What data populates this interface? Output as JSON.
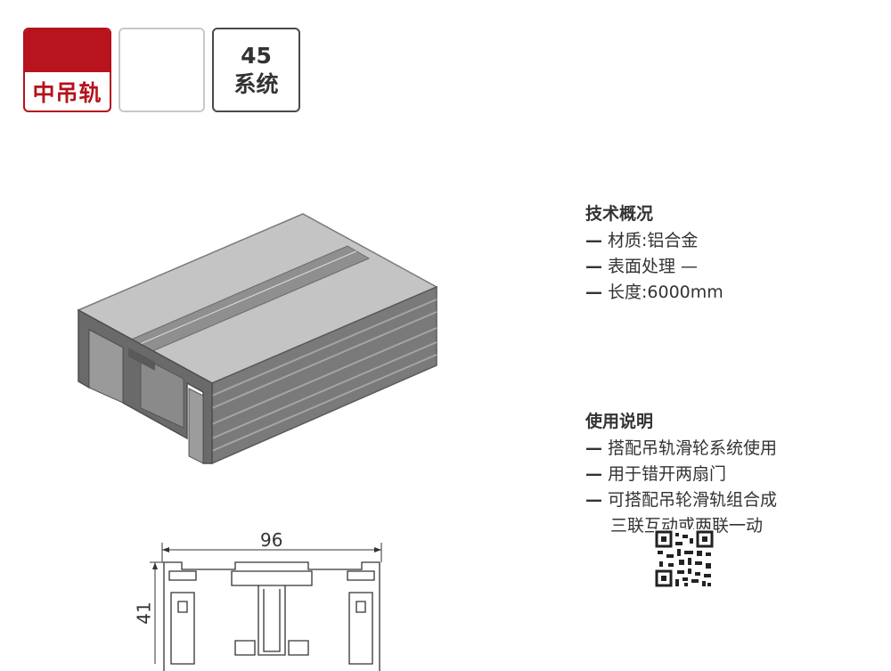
{
  "badges": {
    "name": "中吊轨",
    "series_top": "45",
    "series_bottom": "系统"
  },
  "tech": {
    "title": "技术概况",
    "dash": "—",
    "items": [
      "材质:铝合金",
      "表面处理 —",
      "长度:6000mm"
    ]
  },
  "usage": {
    "title": "使用说明",
    "dash": "—",
    "items": [
      "搭配吊轨滑轮系统使用",
      "用于错开两扇门",
      "可搭配吊轮滑轨组合成"
    ],
    "continuation": "三联互动或两联一动"
  },
  "drawing": {
    "width_dim": "96",
    "height_dim": "41"
  },
  "colors": {
    "brand_red": "#b8141d",
    "profile_dark": "#6e6e6e",
    "profile_light": "#bdbdbd"
  }
}
